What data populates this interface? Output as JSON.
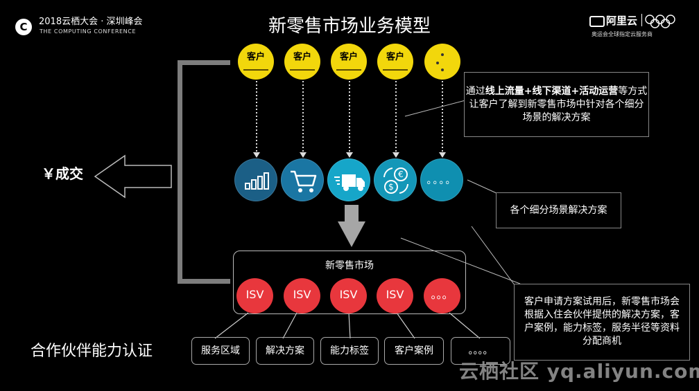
{
  "header": {
    "conference_logo_icon": "conference-logo-icon",
    "conference_title": "2018云栖大会 · 深圳峰会",
    "conference_subtitle": "THE COMPUTING CONFERENCE",
    "page_title": "新零售市场业务模型",
    "brand_name": "阿里云",
    "brand_tagline": "奥运会全球指定云服务商"
  },
  "customers": [
    "客户",
    "客户",
    "客户",
    "客户"
  ],
  "scenario_icons": [
    "bar-chart-icon",
    "shopping-cart-icon",
    "delivery-truck-icon",
    "currency-exchange-icon",
    "more-dots-icon"
  ],
  "scenario_more_text": "。。。。",
  "callouts": {
    "channels_prefix": "通过",
    "channels_bold": "线上流量+线下渠道+活动运营",
    "channels_rest": "等方式让客户了解到新零售市场中针对各个细分场景的解决方案",
    "solutions": "各个细分场景解决方案",
    "trial": "客户申请方案试用后，新零售市场会根据入住会伙伴提供的解决方案，客户案例，能力标签，服务半径等资料分配商机"
  },
  "deal_label": "￥成交",
  "market": {
    "title": "新零售市场",
    "isv_labels": [
      "ISV",
      "ISV",
      "ISV",
      "ISV"
    ],
    "more_text": "。。。"
  },
  "certification": {
    "title": "合作伙伴能力认证",
    "items": [
      "服务区域",
      "解决方案",
      "能力标签",
      "客户案例"
    ],
    "more_text": "。。。。"
  },
  "watermark": "云栖社区 yq.aliyun.com",
  "colors": {
    "customer_yellow": "#f2d70c",
    "scenario_blues": [
      "#1b5f86",
      "#1a76a3",
      "#16a6c9",
      "#1497b8",
      "#0f8fb0"
    ],
    "isv_red": "#e8373d",
    "bracket_gray": "#7d7d7d"
  }
}
